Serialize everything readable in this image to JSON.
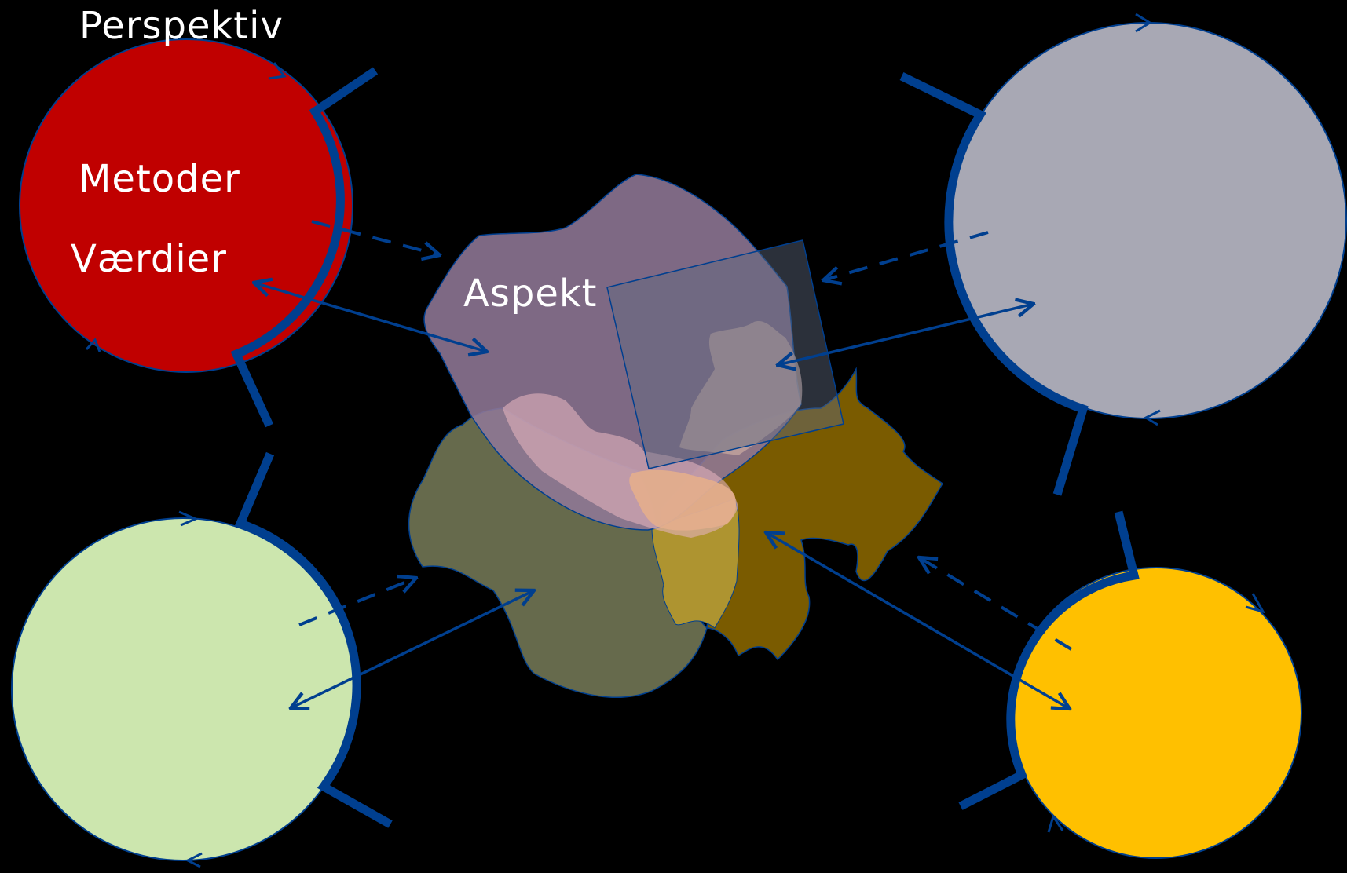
{
  "labels": {
    "perspektiv": "Perspektiv",
    "metoder": "Metoder",
    "vaerdier": "Værdier",
    "aspekt": "Aspekt"
  },
  "colors": {
    "background": "#000000",
    "connector": "#003f8f",
    "circle_red": "#c00000",
    "circle_gray": "#a8a8b4",
    "circle_green": "#cce6ae",
    "circle_yellow": "#ffc000",
    "blob_purple": "#7f6880",
    "blob_olive": "#666a4c",
    "blob_brown": "#7a5b00",
    "blob_mustard": "#ae9430"
  },
  "icons": {
    "connector_arrow": "double-headed-arrow",
    "dashed_arrow": "dashed-arrow",
    "cycle_arrow": "arrowhead"
  }
}
